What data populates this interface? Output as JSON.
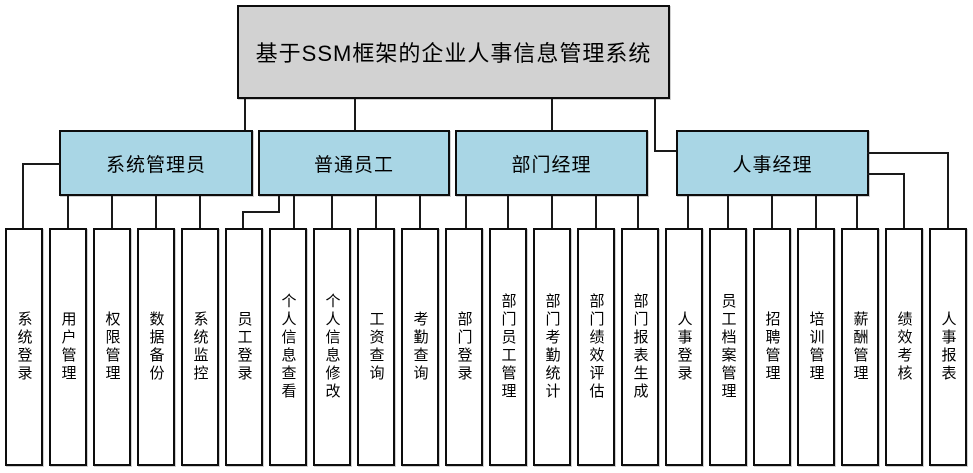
{
  "title": "基于SSM框架的企业人事信息管理系统",
  "colors": {
    "title_fill": "#d2d2d2",
    "group_fill": "#a9d6e5",
    "line": "#1a1a1a",
    "background": "#ffffff"
  },
  "groups": [
    {
      "label": "系统管理员",
      "children": [
        "系统登录",
        "用户管理",
        "权限管理",
        "数据备份",
        "系统监控"
      ]
    },
    {
      "label": "普通员工",
      "children": [
        "员工登录",
        "个人信息查看",
        "个人信息修改",
        "工资查询",
        "考勤查询"
      ]
    },
    {
      "label": "部门经理",
      "children": [
        "部门登录",
        "部门员工管理",
        "部门考勤统计",
        "部门绩效评估",
        "部门报表生成"
      ]
    },
    {
      "label": "人事经理",
      "children": [
        "人事登录",
        "员工档案管理",
        "招聘管理",
        "培训管理",
        "薪酬管理",
        "绩效考核",
        "人事报表"
      ]
    }
  ]
}
